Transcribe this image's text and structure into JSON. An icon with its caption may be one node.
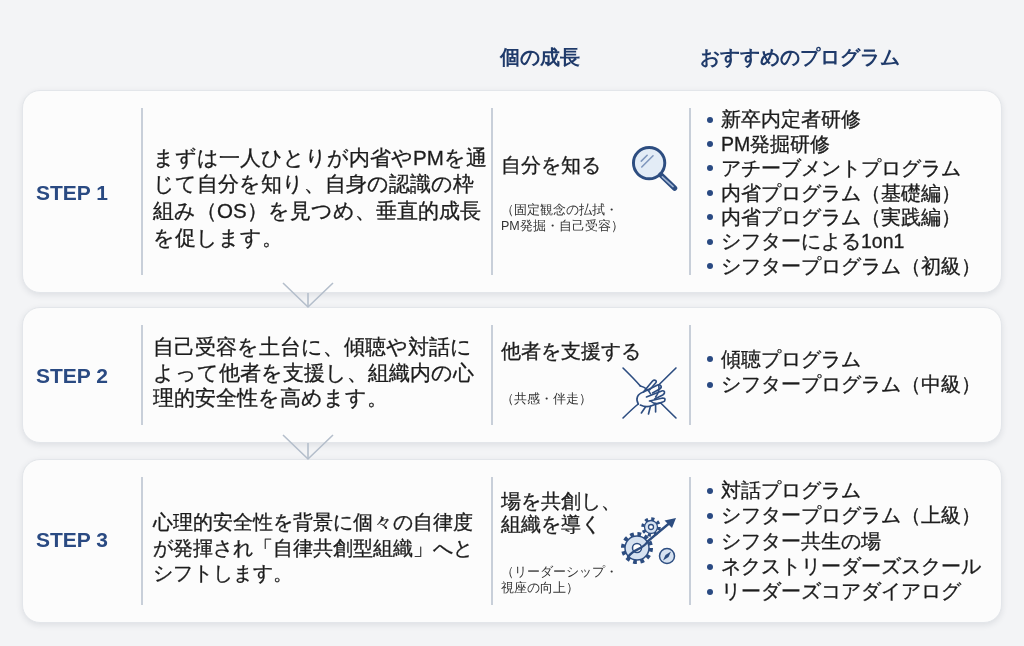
{
  "diagram": {
    "nodes": [
      {
        "text": [
          "STEP 1",
          "まずは一人ひとりが内省やPMを通じて自分を知り、自身の認識の枠組み（OS）を見つめ、垂直的成長を促します。",
          "自分を知る",
          "（固定観念の払拭・PM発掘・自己受容）",
          "新卒内定者研修",
          "PM発掘研修",
          "アチーブメントプログラム",
          "内省プログラム（基礎編）",
          "内省プログラム（実践編）",
          "シフターによる1on1",
          "シフタープログラム（初級）"
        ]
      },
      {
        "text": [
          "STEP 2",
          "自己受容を土台に、傾聴や対話によって他者を支援し、組織内の心理的安全性を高めます。",
          "他者を支援する",
          "（共感・伴走）",
          "傾聴プログラム",
          "シフタープログラム（中級）"
        ]
      },
      {
        "text": [
          "STEP 3",
          "心理的安全性を背景に個々の自律度が発揮され「自律共創型組織」へとシフトします。",
          "場を共創し、組織を導く",
          "（リーダーシップ・視座の向上）",
          "対話プログラム",
          "シフタープログラム（上級）",
          "シフター共生の場",
          "ネクストリーダーズスクール",
          "リーダーズコアダイアログ"
        ]
      }
    ],
    "edges": [
      {
        "from": 0,
        "to": 1,
        "arrow": "to"
      },
      {
        "from": 1,
        "to": 2,
        "arrow": "to"
      }
    ],
    "labels": [
      "個の成長",
      "おすすめのプログラム"
    ]
  }
}
